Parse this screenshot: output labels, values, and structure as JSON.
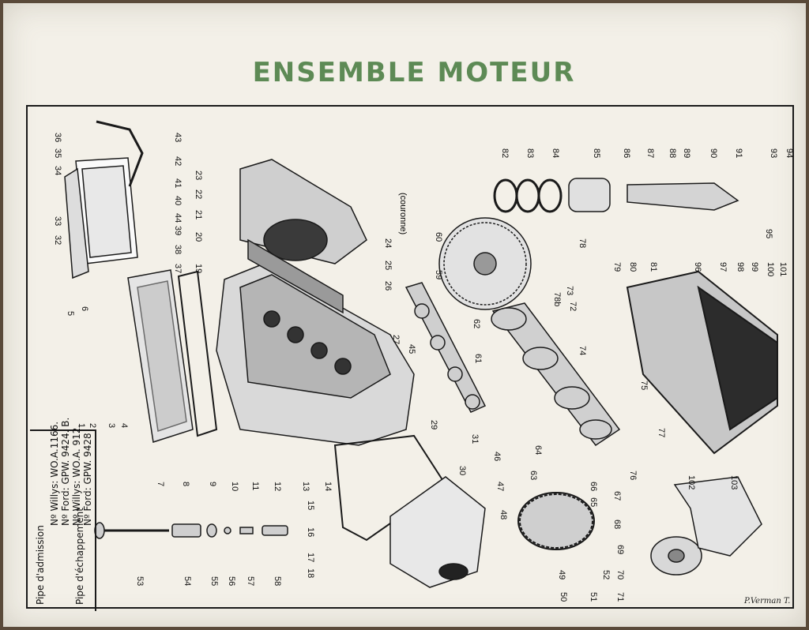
{
  "title": "ENSEMBLE MOTEUR",
  "legend": {
    "intake_label": "Pipe d'admission",
    "intake_willys": "Nº Willys: WO.A.1166.",
    "intake_ford": "Nº Ford: GPW. 9424. B.",
    "exhaust_label": "Pipe d'échappement",
    "exhaust_willys": "Nº Willys: WO.A. 912.",
    "exhaust_ford": "Nº Ford: GPW. 9428"
  },
  "flywheel_note": "(couronne)",
  "signature": "P.Verman T.",
  "part_numbers": [
    "1",
    "2",
    "3",
    "4",
    "5",
    "6",
    "7",
    "8",
    "9",
    "10",
    "11",
    "12",
    "13",
    "14",
    "15",
    "16",
    "17",
    "18",
    "19",
    "20",
    "21",
    "22",
    "23",
    "24",
    "25",
    "26",
    "27",
    "29",
    "30",
    "31",
    "32",
    "33",
    "34",
    "35",
    "36",
    "37",
    "38",
    "39",
    "40",
    "41",
    "42",
    "43",
    "44",
    "45",
    "46",
    "47",
    "48",
    "49",
    "50",
    "51",
    "52",
    "53",
    "54",
    "55",
    "56",
    "57",
    "58",
    "59",
    "60",
    "61",
    "62",
    "63",
    "64",
    "65",
    "66",
    "67",
    "68",
    "69",
    "70",
    "71",
    "72",
    "73",
    "74",
    "75",
    "76",
    "77",
    "78",
    "78b",
    "79",
    "80",
    "81",
    "82",
    "83",
    "84",
    "85",
    "86",
    "87",
    "88",
    "89",
    "90",
    "91",
    "93",
    "94",
    "95",
    "96",
    "97",
    "98",
    "99",
    "100",
    "101",
    "102",
    "103"
  ],
  "colors": {
    "title": "#5d8a55",
    "ink": "#1a1a1a",
    "paper": "#f3f0e8"
  }
}
